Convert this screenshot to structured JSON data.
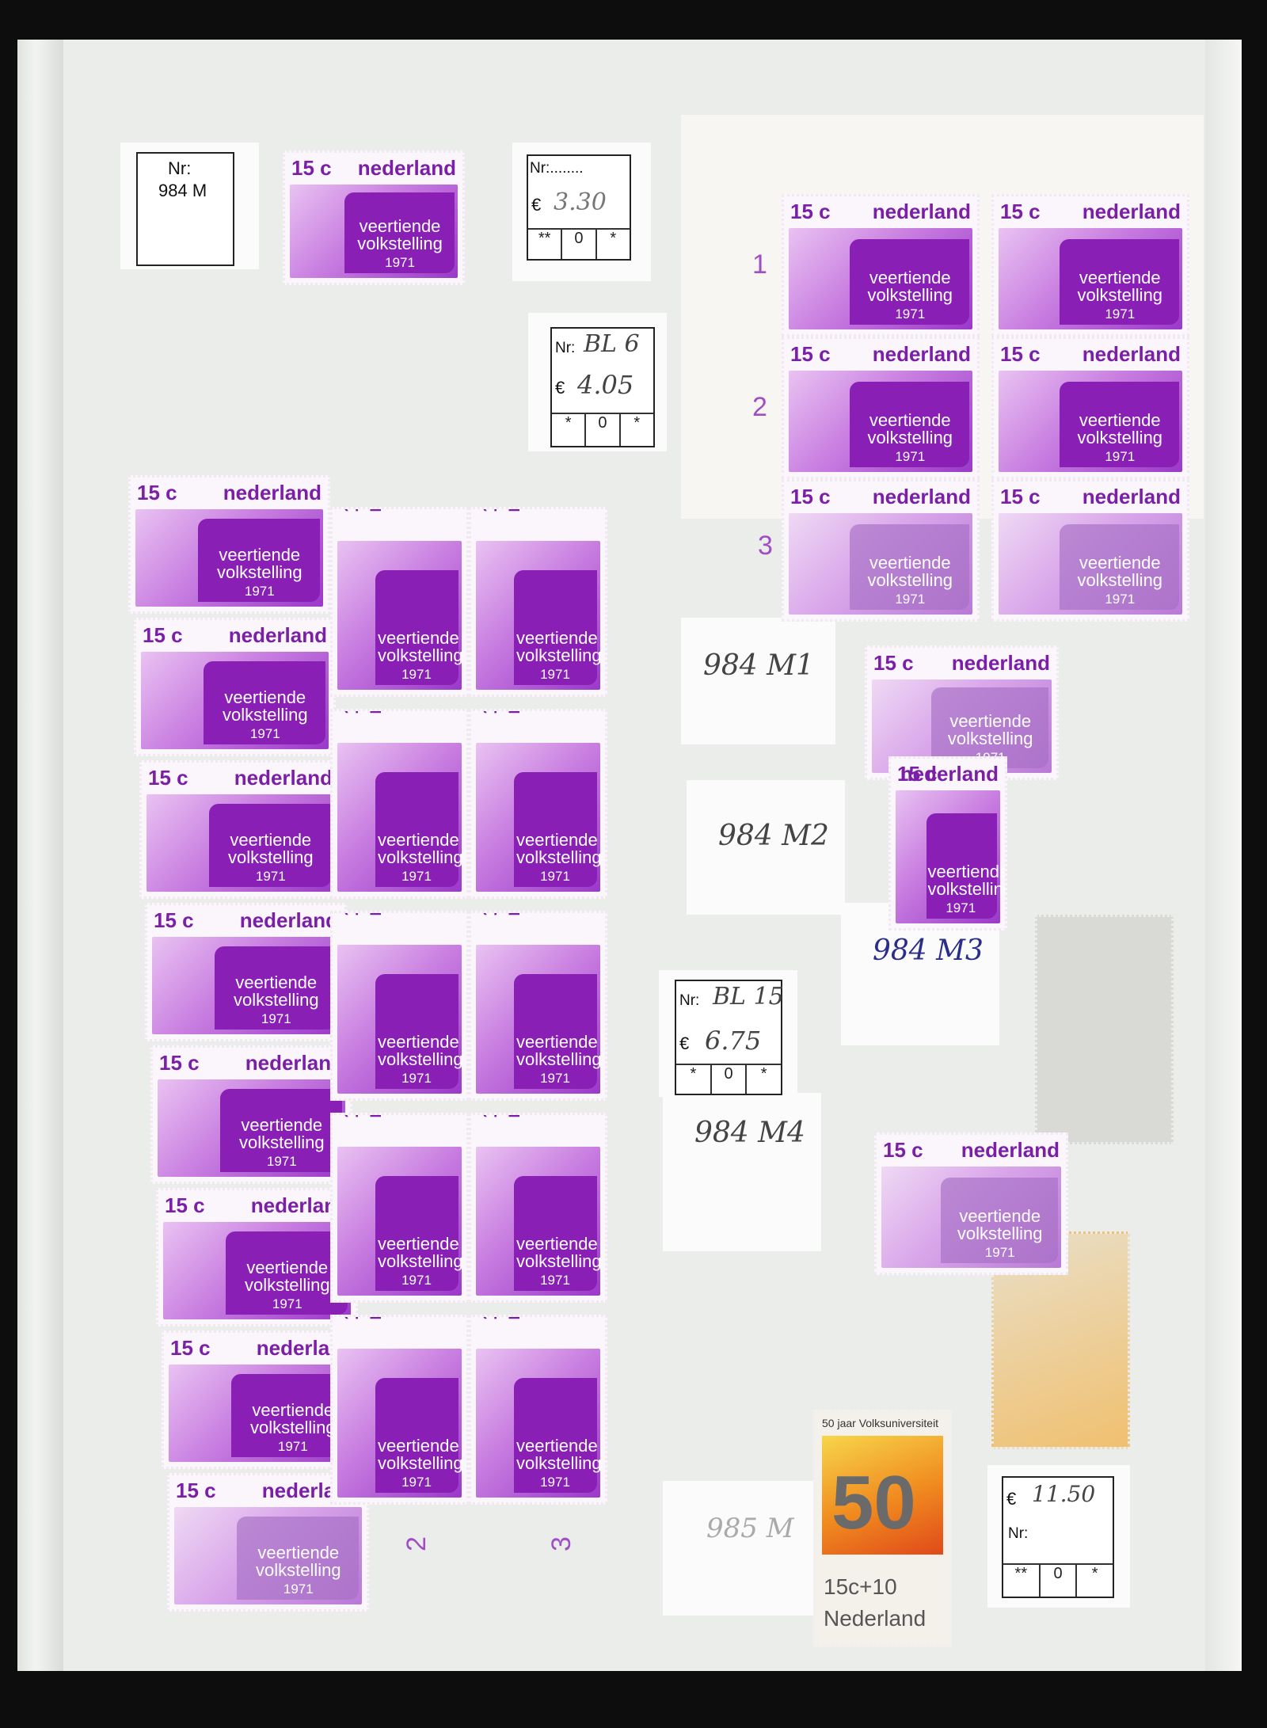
{
  "album": {
    "nr_card_1": {
      "label": "Nr:",
      "value": "984 M"
    },
    "nr_card_2": {
      "nr": "Nr:........",
      "price": "3.30",
      "euro": "€",
      "grid": [
        "**",
        "0",
        "*"
      ]
    },
    "nr_card_3": {
      "nr": "Nr:",
      "nr_hand": "BL 6",
      "price": "4.05",
      "euro": "€",
      "grid": [
        "*",
        "0",
        "*"
      ]
    },
    "nr_card_4": {
      "nr": "Nr:",
      "nr_hand": "BL 15",
      "price": "6.75",
      "euro": "€",
      "grid": [
        "*",
        "0",
        "*"
      ]
    },
    "nr_card_5": {
      "nr": "Nr:",
      "price": "11.50",
      "euro": "€",
      "grid": [
        "**",
        "0",
        "*"
      ]
    },
    "hand_labels": [
      "984 M1",
      "984 M2",
      "984 M3",
      "984 M4",
      "985 M"
    ],
    "margin_numbers": [
      "1",
      "2",
      "3",
      "2",
      "3"
    ]
  },
  "stamp": {
    "value": "15 c",
    "country": "nederland",
    "line1": "veertiende",
    "line2": "volkstelling",
    "year": "1971"
  },
  "stamp_vu": {
    "header": "50 jaar Volksuniversiteit",
    "number": "50",
    "value": "15c+10",
    "country": "Nederland"
  },
  "colors": {
    "page": "#ebedea",
    "stamp_purple": "#8a1fb6",
    "label_purple": "#7a1fa6"
  }
}
